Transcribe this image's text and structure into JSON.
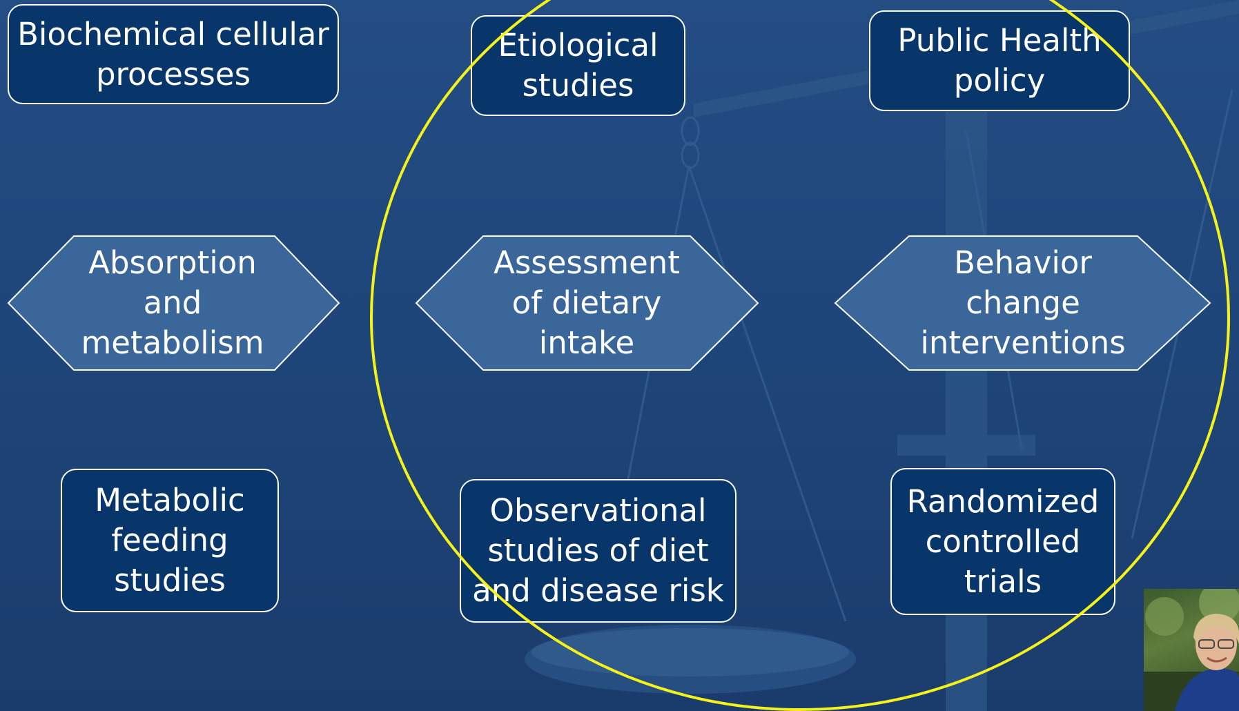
{
  "slide": {
    "boxes": {
      "biochemical": "Biochemical cellular\nprocesses",
      "etiological": "Etiological\nstudies",
      "public_health": "Public Health\npolicy",
      "metabolic": "Metabolic\nfeeding\nstudies",
      "observational": "Observational\nstudies of diet\nand disease risk",
      "rct": "Randomized\ncontrolled\ntrials"
    },
    "hexagons": {
      "absorption": "Absorption\nand\nmetabolism",
      "assessment": "Assessment\nof dietary\nintake",
      "behavior": "Behavior\nchange\ninterventions"
    }
  },
  "colors": {
    "box_fill": "#08356a",
    "hex_fill": "#3a6699",
    "outline": "#ffffff",
    "highlight_circle": "#f4f21a"
  },
  "icons": {
    "background": "balance-scale-icon",
    "video": "speaker-webcam"
  }
}
